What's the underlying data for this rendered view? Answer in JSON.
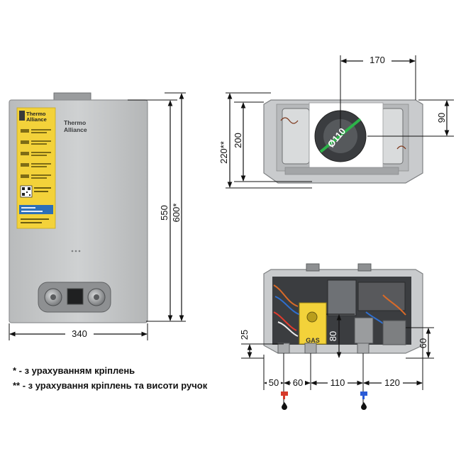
{
  "brand": {
    "line1": "Thermo",
    "line2": "Alliance"
  },
  "heater_front": {
    "width": "340",
    "height": "550",
    "height_with_mounts": "600*"
  },
  "top_view": {
    "flue_offset": "170",
    "flue_diameter": "Ø110",
    "depth": "200",
    "depth_with_mounts_and_knobs": "220**",
    "flue_center_depth": "90"
  },
  "bottom_view": {
    "gas_label": "GAS",
    "pipe_height_a": "25",
    "pipe_height_b": "80",
    "pipe_height_c": "60",
    "spacing": [
      "50",
      "60",
      "110",
      "120"
    ]
  },
  "notes": [
    "* - з урахуванням кріплень",
    "** - з урахування кріплень та висоти ручок"
  ],
  "colors": {
    "casing": "#c4c6c7",
    "label_yellow": "#f3d23a",
    "hot_water": "#d63a2a",
    "cold_water": "#2a5bd6",
    "dimension_line": "#111111"
  }
}
